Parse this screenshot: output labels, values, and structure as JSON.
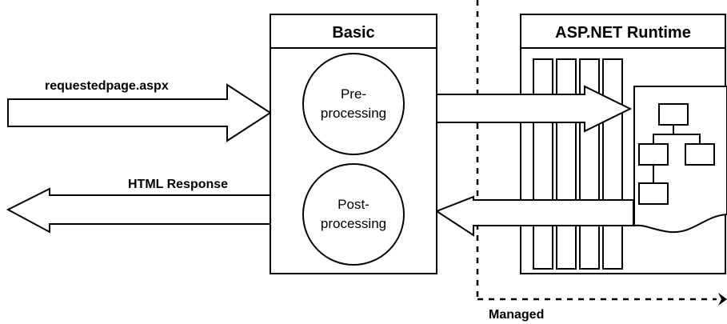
{
  "diagram": {
    "basic_box": {
      "title": "Basic"
    },
    "runtime_box": {
      "title": "ASP.NET Runtime"
    },
    "pre_circle": {
      "line1": "Pre-",
      "line2": "processing"
    },
    "post_circle": {
      "line1": "Post-",
      "line2": "processing"
    },
    "request_arrow": {
      "label": "requestedpage.aspx"
    },
    "response_arrow": {
      "label": "HTML Response"
    },
    "managed_region": {
      "label": "Managed"
    }
  }
}
